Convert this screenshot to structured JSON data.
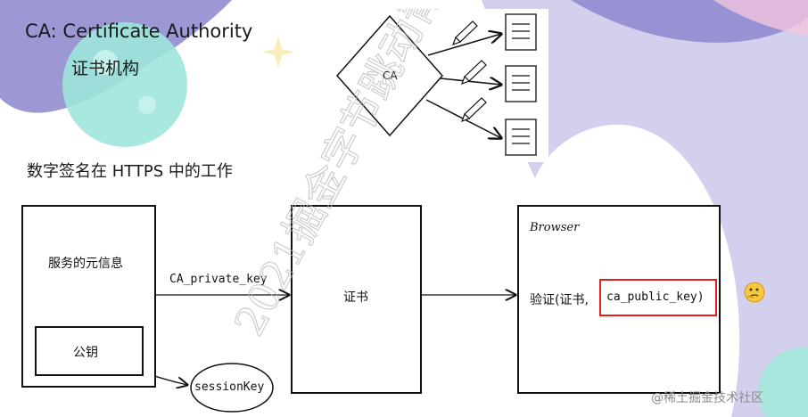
{
  "header": {
    "title": "CA: Certificate Authority",
    "subtitle": "证书机构"
  },
  "section_title": "数字签名在 HTTPS 中的工作",
  "ca_diagram": {
    "ca_label": "CA"
  },
  "server_box": {
    "meta_label": "服务的元信息",
    "public_key_label": "公钥"
  },
  "arrow_label": "CA_private_key",
  "session_key_label": "sessionKey",
  "cert_box": {
    "label": "证书"
  },
  "browser_box": {
    "title": "Browser",
    "verify_prefix": "验证(证书,",
    "verify_key": "ca_public_key)"
  },
  "watermark_text": "2021掘金字节跳动青训营",
  "footer_text": "@稀土掘金技术社区",
  "colors": {
    "highlight": "#e02020",
    "bg_purple": "#7d79c4",
    "bg_lavender": "#d4d2ee",
    "bg_teal": "#8fe3d6"
  }
}
